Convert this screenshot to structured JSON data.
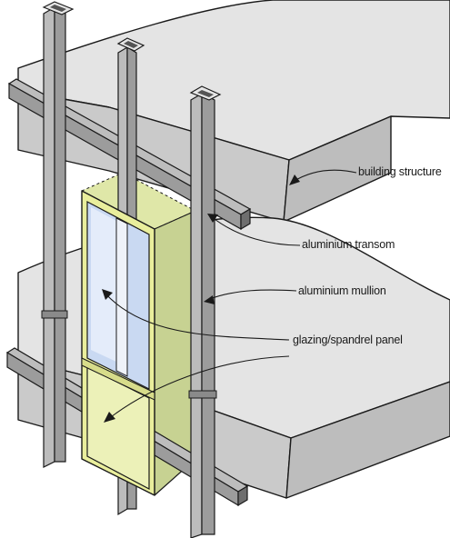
{
  "labels": {
    "building_structure": "building structure",
    "aluminium_transom": "aluminium transom",
    "aluminium_mullion": "aluminium mullion",
    "glazing_spandrel_panel": "glazing/spandrel panel"
  },
  "colors": {
    "slab": "#e4e4e4",
    "slab_edge": "#c9c9c9",
    "aluminium": "#9c9c9c",
    "aluminium_light": "#b9b9b9",
    "glass": "#c9d9f2",
    "spandrel": "#ecf1b8",
    "panel_side": "#c7d292",
    "ink": "#1a1a1a"
  }
}
